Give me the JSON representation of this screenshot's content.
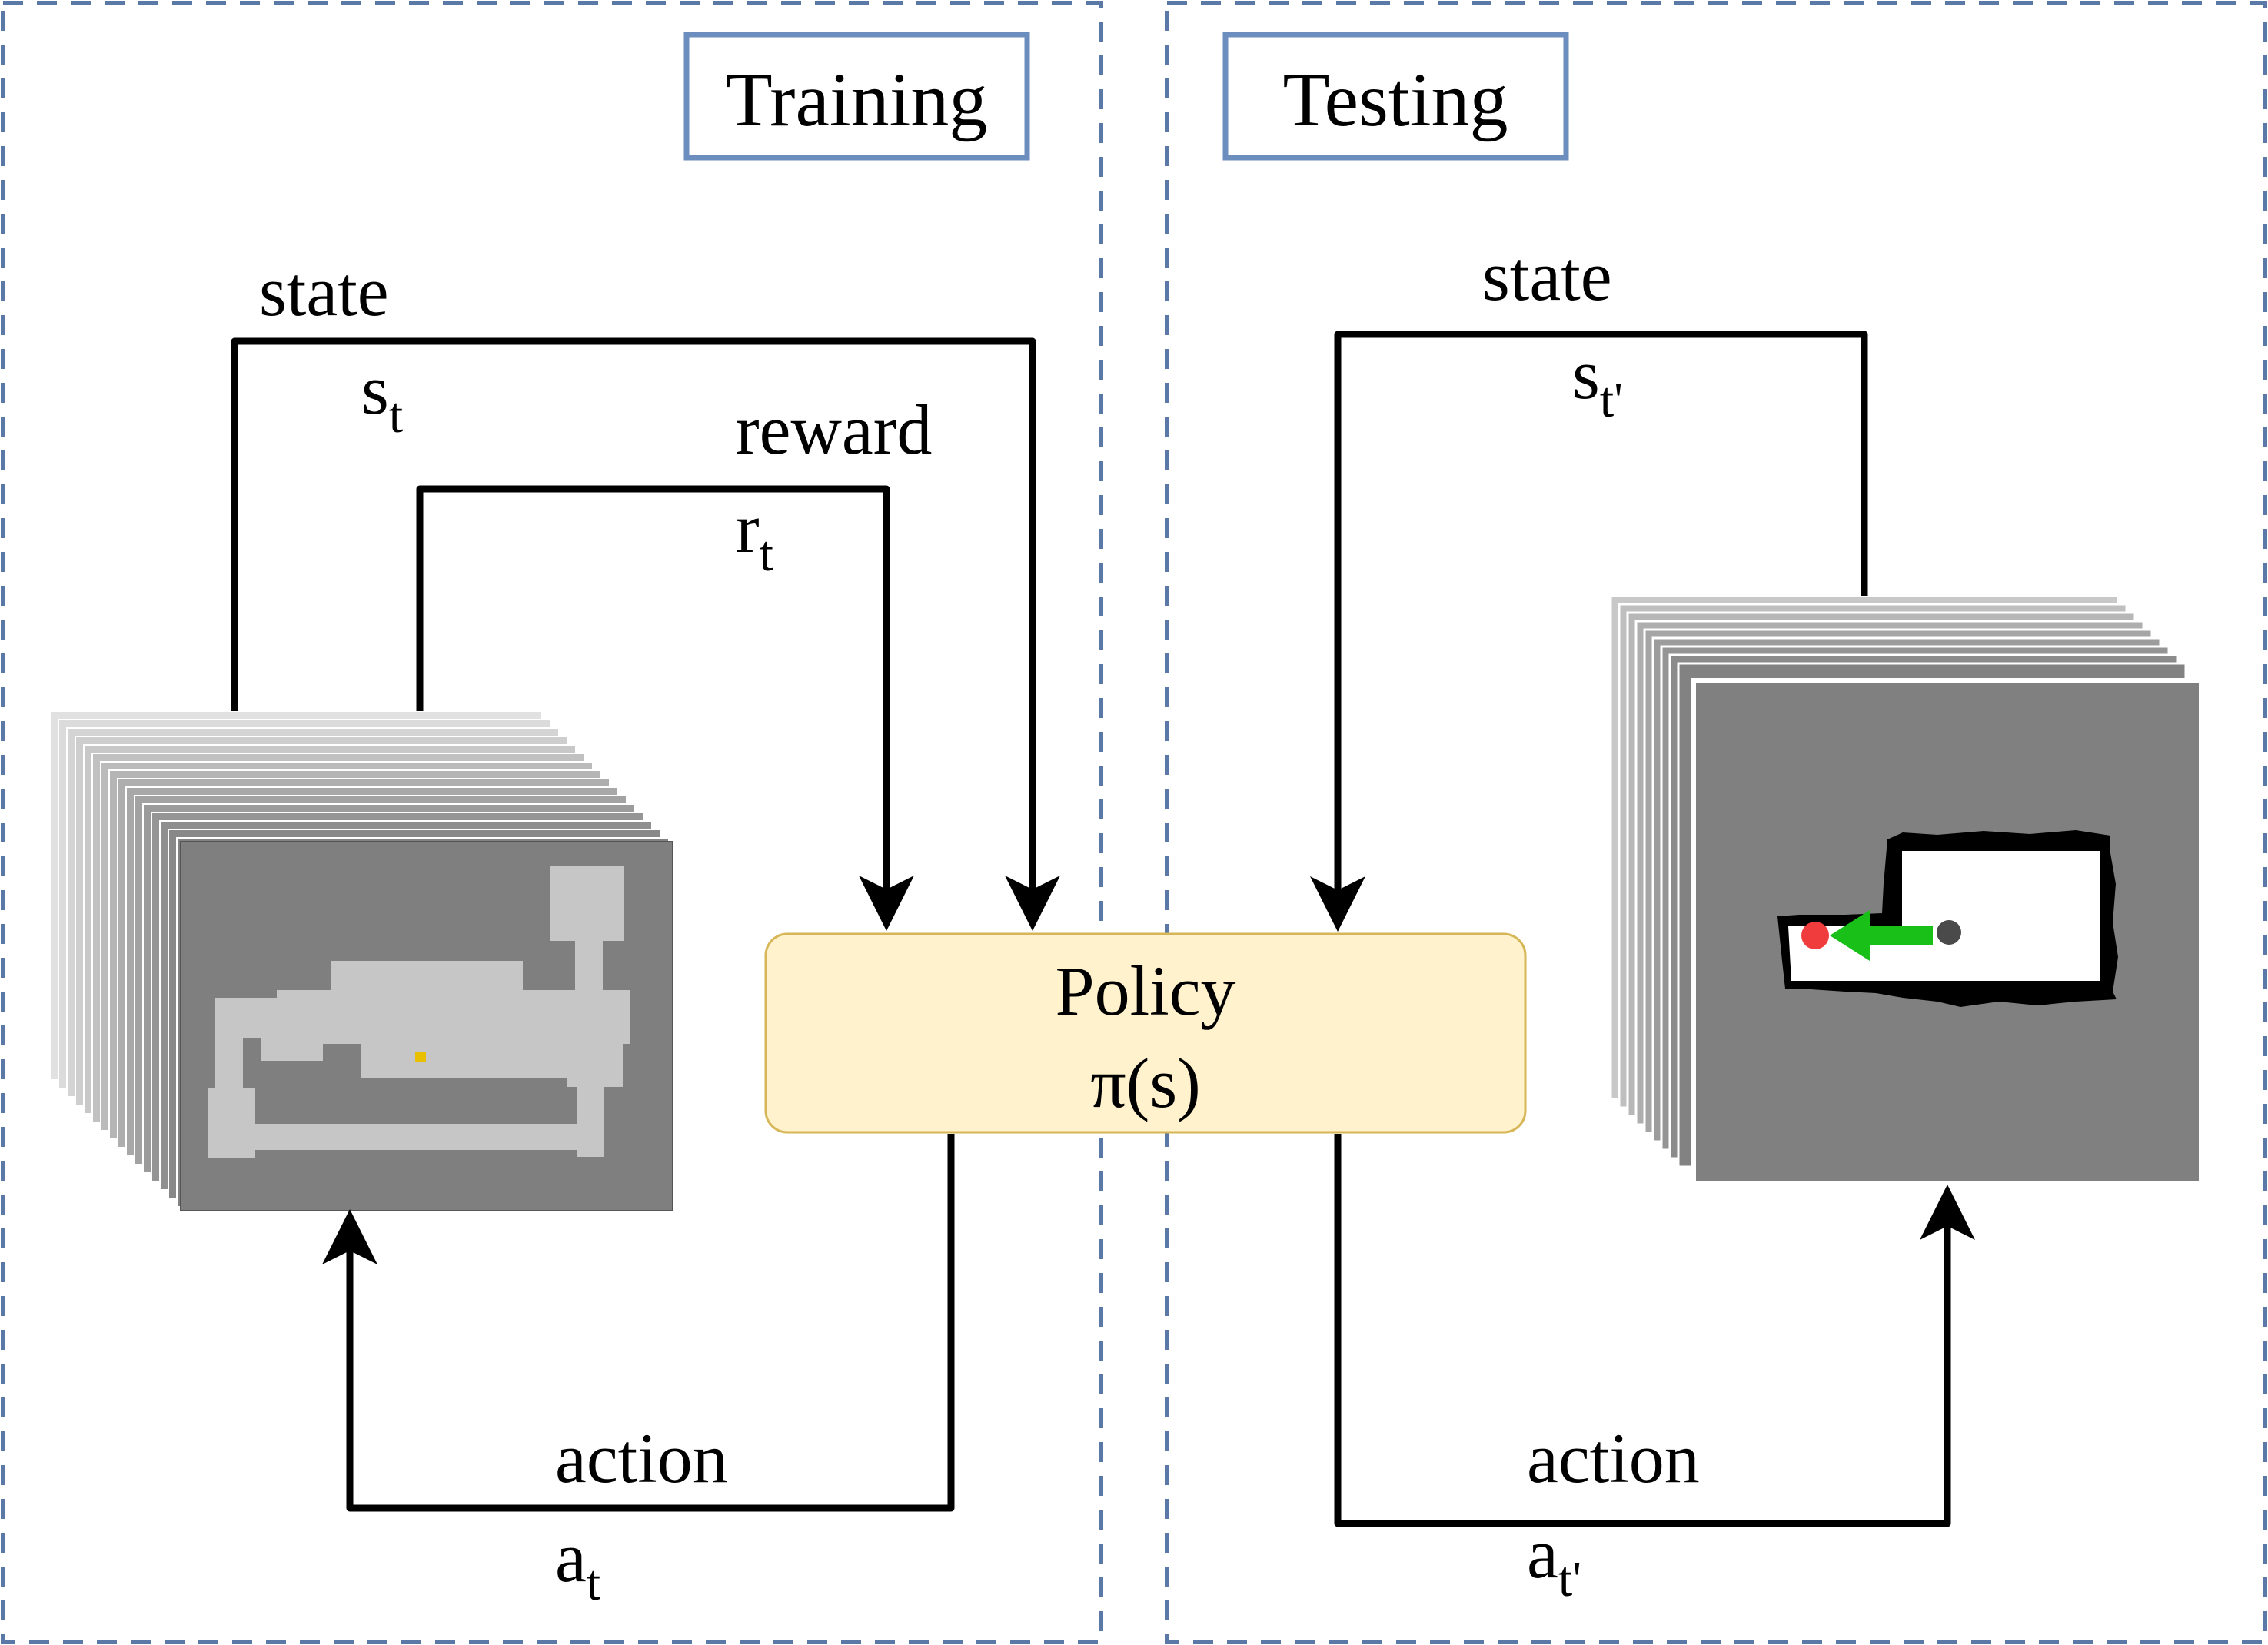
{
  "colors": {
    "panel_border": "#5b79a6",
    "title_box_border": "#6c8ebf",
    "policy_fill": "#fff2cc",
    "policy_stroke": "#d6b656",
    "goal_marker": "#f03c3c",
    "direction_arrow": "#18c018",
    "agent_marker": "#4a4a4a",
    "training_agent": "#e8c000"
  },
  "training": {
    "title": "Training",
    "state_label": "state",
    "state_symbol": "s",
    "state_sub": "t",
    "reward_label": "reward",
    "reward_symbol": "r",
    "reward_sub": "t",
    "action_label": "action",
    "action_symbol": "a",
    "action_sub": "t",
    "map_icon": "grid-map-stack-icon"
  },
  "policy": {
    "name": "Policy",
    "formula": "π(s)"
  },
  "testing": {
    "title": "Testing",
    "state_label": "state",
    "state_symbol": "s",
    "state_sub": "t'",
    "action_label": "action",
    "action_symbol": "a",
    "action_sub": "t'",
    "map_icon": "occupancy-map-stack-icon"
  }
}
